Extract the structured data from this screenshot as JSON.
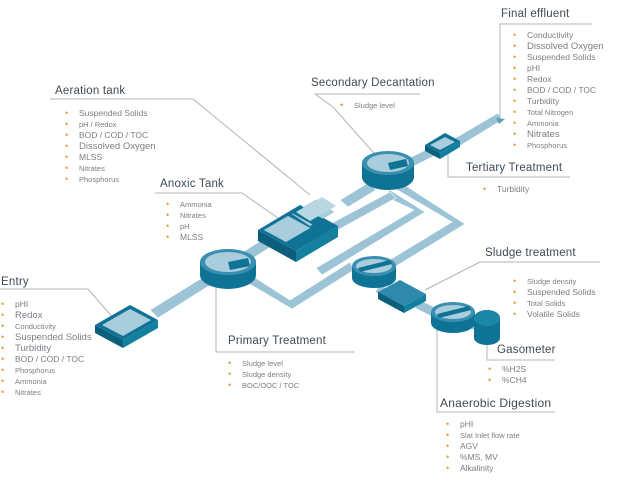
{
  "colors": {
    "tank_dark": "#0f7396",
    "tank_mid": "#3a8fb0",
    "tank_light": "#a9cddc",
    "pipe": "#9cc3d6",
    "callout_line": "#b0b4b8",
    "bullet": "#e0a040",
    "title_text": "#3d4a55",
    "item_text": "#7a7f85"
  },
  "stages": {
    "final_effluent": {
      "title": "Final effluent",
      "items": [
        "Conductivity",
        "Dissolved Oxygen",
        "Suspended Solids",
        "pHI",
        "Redox",
        "BOD / COD / TOC",
        "Turbidity",
        "Total Nitrogen",
        "Ammonia",
        "Nitrates",
        "Phosphorus"
      ]
    },
    "aeration_tank": {
      "title": "Aeration tank",
      "items": [
        "Suspended Solids",
        "pH / Redox",
        "BOD / COD / TOC",
        "Dissolved Oxygen",
        "MLSS",
        "Nitrates",
        "Phosphorus"
      ]
    },
    "secondary_decantation": {
      "title": "Secondary Decantation",
      "items": [
        "Sludge level"
      ]
    },
    "tertiary_treatment": {
      "title": "Tertiary Treatment",
      "items": [
        "Turbidity"
      ]
    },
    "anoxic_tank": {
      "title": "Anoxic Tank",
      "items": [
        "Ammonia",
        "Nitrates",
        "pH",
        "MLSS"
      ]
    },
    "entry": {
      "title": "Entry",
      "items": [
        "pHI",
        "Redox",
        "Conductivity",
        "Suspended Solids",
        "Turbidity",
        "BOD / COD / TOC",
        "Phosphorus",
        "Ammonia",
        "Nitrates"
      ]
    },
    "primary_treatment": {
      "title": "Primary Treatment",
      "items": [
        "Sludge level",
        "Sludge density",
        "BOC/OOC / TOC"
      ]
    },
    "sludge_treatment": {
      "title": "Sludge treatment",
      "items": [
        "Sludge density",
        "Suspended Solids",
        "Total Solids",
        "Volatile Solids"
      ]
    },
    "gasometer": {
      "title": "Gasometer",
      "items": [
        "%H2S",
        "%CH4"
      ]
    },
    "anaerobic_digestion": {
      "title": "Anaerobic Digestion",
      "items": [
        "pHI",
        "Slat Inlet flow rate",
        "AGV",
        "%MS, MV",
        "Alkalinity"
      ]
    }
  }
}
